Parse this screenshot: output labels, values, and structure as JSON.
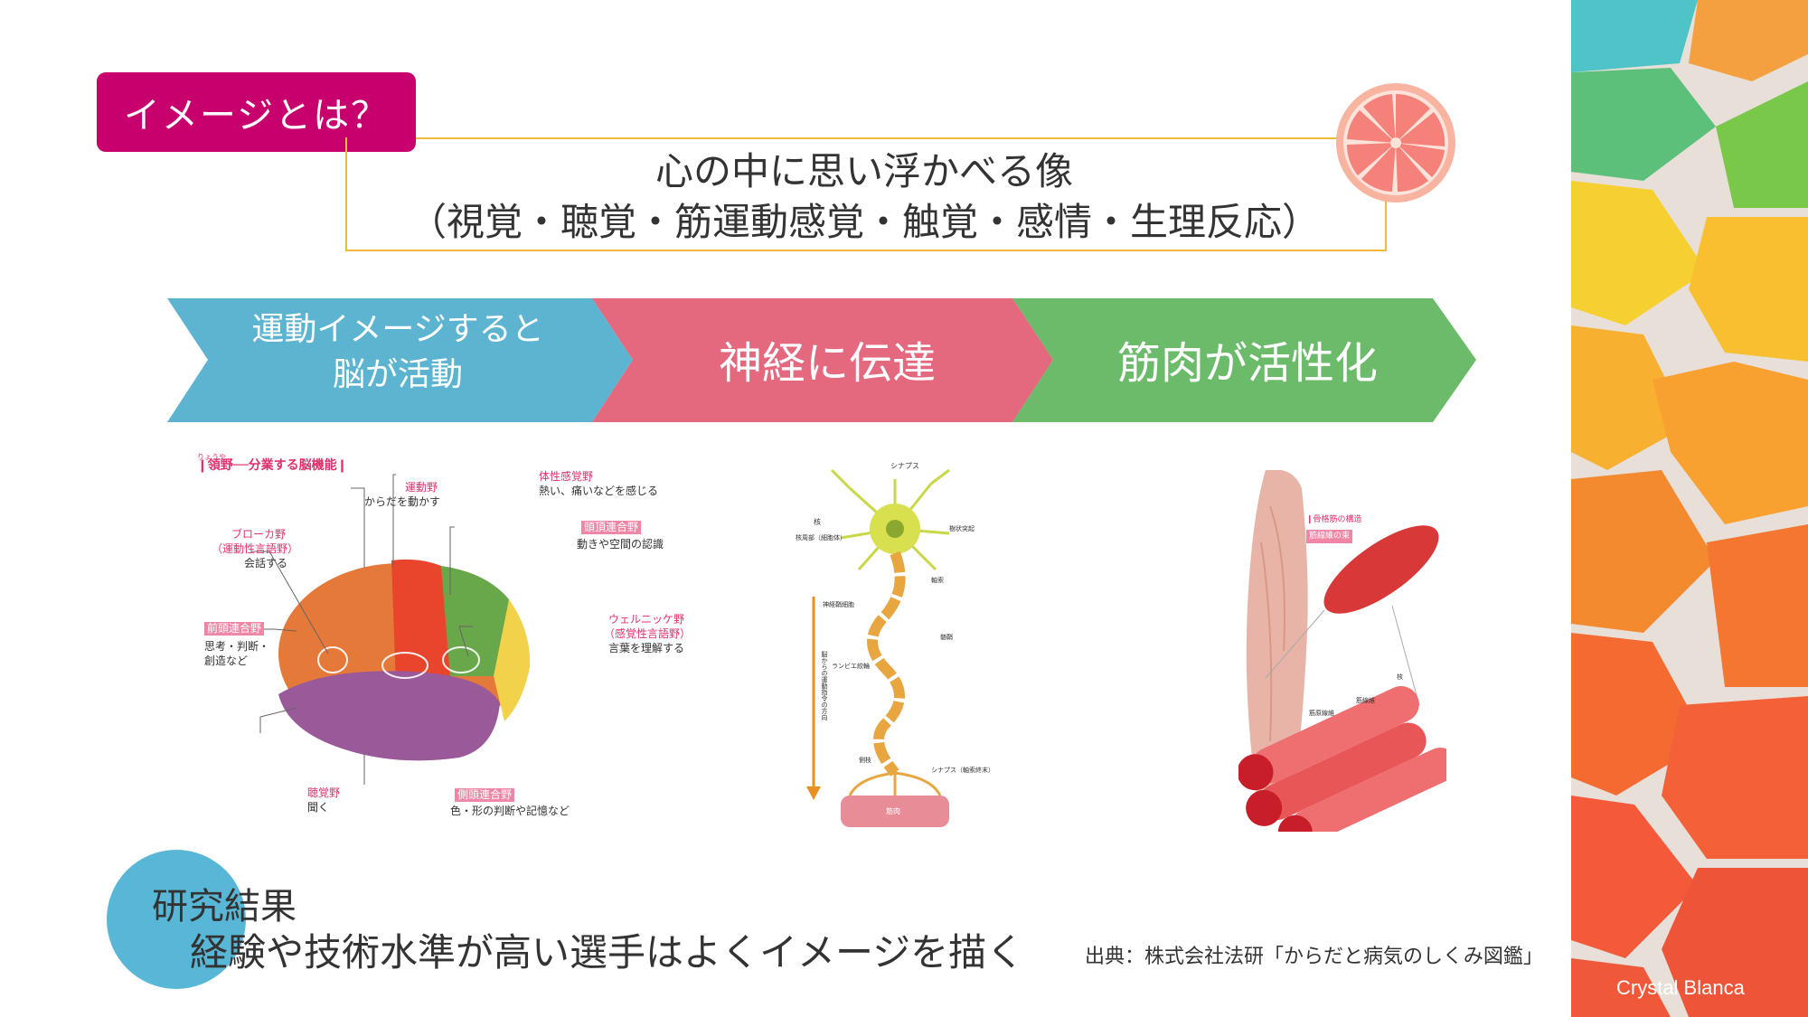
{
  "header": {
    "tag_label": "イメージとは？",
    "definition_line1": "心の中に思い浮かべる像",
    "definition_line2": "（視覚・聴覚・筋運動感覚・触覚・感情・生理反応）"
  },
  "flow": {
    "step1_line1": "運動イメージすると",
    "step1_line2": "脳が活動",
    "step2": "神経に伝達",
    "step3": "筋肉が活性化",
    "colors": {
      "step1": "#5cb4d0",
      "step2": "#e4687e",
      "step3": "#6bbb6a"
    }
  },
  "brain": {
    "heading_ruby": "りょうや",
    "heading": "❙領野──分業する脳機能❙",
    "motor": "運動野",
    "motor_desc": "からだを動かす",
    "somato": "体性感覚野",
    "somato_desc": "熱い、痛いなどを感じる",
    "broca": "ブローカ野",
    "broca_sub": "（運動性言語野）",
    "broca_desc": "会話する",
    "parietal": "頭頂連合野",
    "parietal_desc": "動きや空間の認識",
    "frontal": "前頭連合野",
    "frontal_desc1": "思考・判断・",
    "frontal_desc2": "創造など",
    "wernicke": "ウェルニッケ野",
    "wernicke_sub": "（感覚性言語野）",
    "wernicke_desc": "言葉を理解する",
    "auditory": "聴覚野",
    "auditory_desc": "聞く",
    "temporal": "側頭連合野",
    "temporal_desc": "色・形の判断や記憶など"
  },
  "neuron": {
    "synapse_top": "シナプス",
    "nucleus": "核",
    "cell_body": "核周部（細胞体）",
    "dendrite": "樹状突起",
    "axon": "軸索",
    "myelin": "神経鞘細胞",
    "ranvier": "ランビエ絞輪",
    "sheath": "髄鞘",
    "collateral": "側枝",
    "synapse_bottom": "シナプス（軸索終末）",
    "direction": "脳からの運動指令の方向",
    "muscle": "筋肉"
  },
  "muscle": {
    "heading": "❙骨格筋の構造",
    "bundle": "筋線維の束",
    "nucleus": "核",
    "fiber": "筋線維",
    "myofibril": "筋原線維"
  },
  "result": {
    "title": "研究結果",
    "body": "経験や技術水準が高い選手はよくイメージを描く"
  },
  "source": "出典：株式会社法研「からだと病気のしくみ図鑑」",
  "side_panel": {
    "label": "Crystal Blanca"
  }
}
